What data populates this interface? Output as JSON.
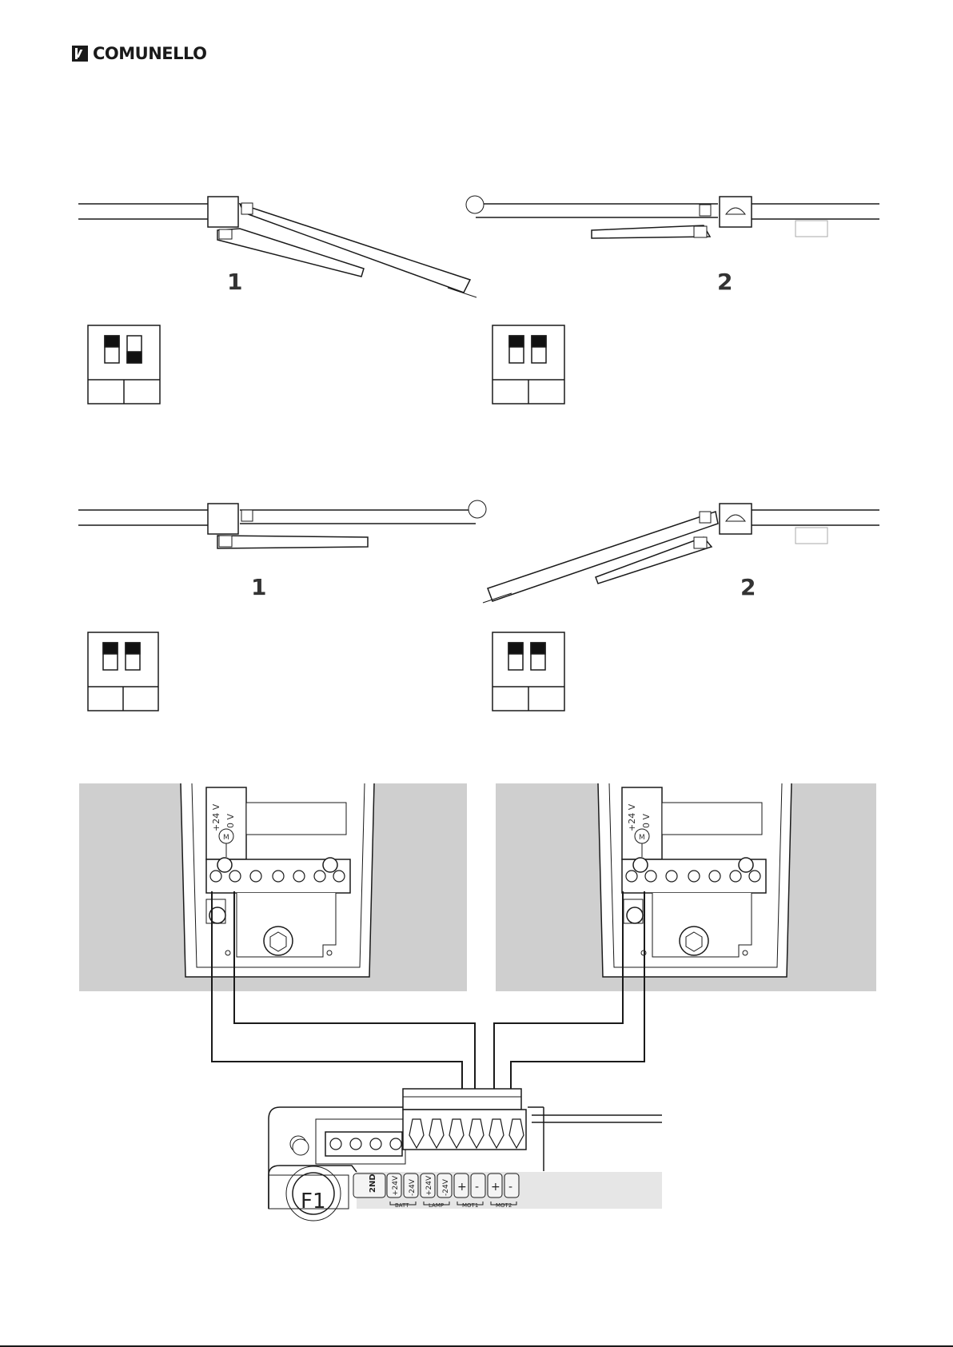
{
  "logo": {
    "text": "COMUNELLO"
  },
  "scenes": [
    {
      "number_left": "1",
      "number_right": "2"
    },
    {
      "number_left": "1",
      "number_right": "2"
    }
  ],
  "dip_switches": [
    {
      "id": "top-left",
      "states": [
        "up",
        "down"
      ]
    },
    {
      "id": "top-right",
      "states": [
        "up",
        "up"
      ]
    },
    {
      "id": "bottom-left",
      "states": [
        "up",
        "up"
      ]
    },
    {
      "id": "bottom-right",
      "states": [
        "up",
        "up"
      ]
    }
  ],
  "motor_label": {
    "plus": "+24 V",
    "zero": "0 V",
    "motor": "M"
  },
  "control_unit": {
    "fuse": "F1",
    "terminals": [
      "2ND",
      "+24V",
      "-24V",
      "+24V",
      "-24V",
      "+",
      "-",
      "+",
      "-"
    ],
    "groups": [
      "BATT",
      "LAMP",
      "MOT1",
      "MOT2"
    ]
  },
  "colors": {
    "line": "#1a1a1a",
    "panel_gray": "#cfcfcf",
    "terminal_gray": "#e6e6e6",
    "switch_fill": "#111111"
  }
}
